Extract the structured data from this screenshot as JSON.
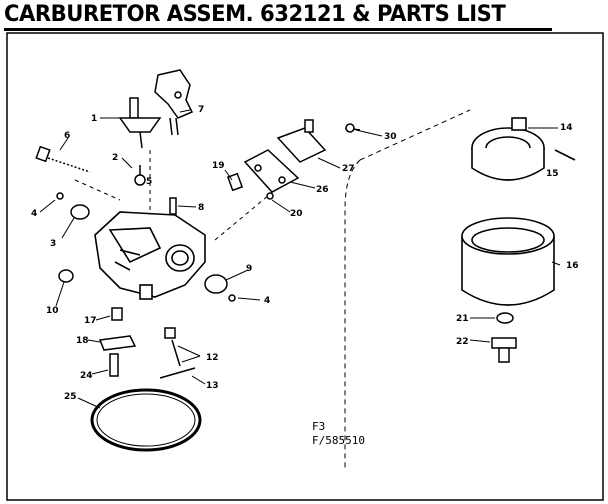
{
  "title": "CARBURETOR ASSEM. 632121 & PARTS LIST",
  "codes": {
    "line1": "F3",
    "line2": "F/585510"
  },
  "callouts": [
    "1",
    "2",
    "3",
    "4",
    "4",
    "5",
    "6",
    "7",
    "8",
    "9",
    "10",
    "12",
    "13",
    "14",
    "15",
    "16",
    "17",
    "18",
    "19",
    "20",
    "21",
    "22",
    "24",
    "25",
    "26",
    "27",
    "30"
  ],
  "colors": {
    "ink": "#000000",
    "paper": "#ffffff"
  }
}
